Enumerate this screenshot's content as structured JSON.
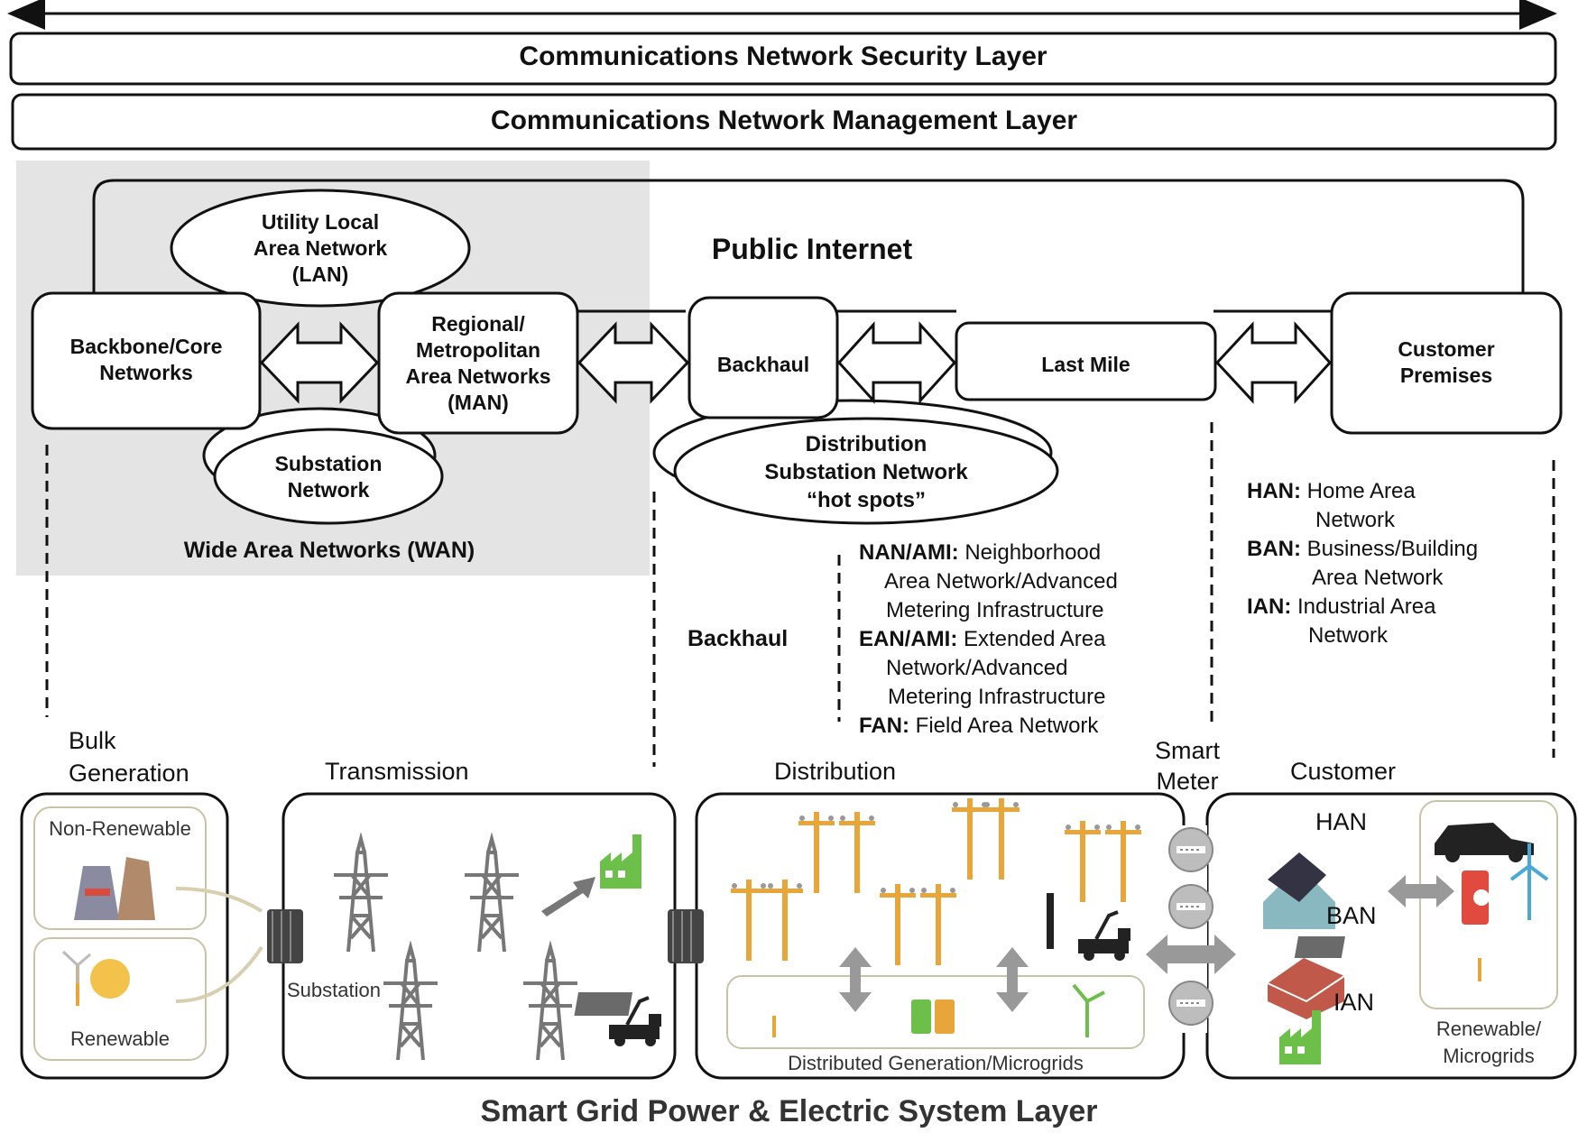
{
  "layers": {
    "security": "Communications Network Security Layer",
    "management": "Communications Network Management Layer",
    "power_system": "Smart Grid Power & Electric System Layer"
  },
  "comm": {
    "public_internet": "Public Internet",
    "utility_lan": [
      "Utility Local",
      "Area Network",
      "(LAN)"
    ],
    "backbone": [
      "Backbone/Core",
      "Networks"
    ],
    "regional": [
      "Regional/",
      "Metropolitan",
      "Area Networks",
      "(MAN)"
    ],
    "substation_network": [
      "Substation",
      "Network"
    ],
    "wan_label": "Wide Area Networks (WAN)",
    "backhaul": "Backhaul",
    "last_mile": "Last Mile",
    "customer_premises": [
      "Customer",
      "Premises"
    ],
    "distribution_substation": [
      "Distribution",
      "Substation Network",
      "“hot spots”"
    ]
  },
  "mid": {
    "backhaul_label": "Backhaul",
    "nan": {
      "abbr": "NAN/AMI:",
      "line1": "Neighborhood",
      "line2": "Area Network/Advanced",
      "line3": "Metering Infrastructure"
    },
    "ean": {
      "abbr": "EAN/AMI:",
      "line1": "Extended Area",
      "line2": "Network/Advanced",
      "line3": "Metering Infrastructure"
    },
    "fan": {
      "abbr": "FAN:",
      "line1": "Field Area Network"
    },
    "han": {
      "abbr": "HAN:",
      "line1": "Home Area",
      "line2": "Network"
    },
    "ban": {
      "abbr": "BAN:",
      "line1": "Business/Building",
      "line2": "Area Network"
    },
    "ian": {
      "abbr": "IAN:",
      "line1": "Industrial  Area",
      "line2": "Network"
    }
  },
  "power": {
    "bulk_generation": [
      "Bulk",
      "Generation"
    ],
    "non_renewable": "Non-Renewable",
    "renewable": "Renewable",
    "transmission": "Transmission",
    "substation": "Substation",
    "distribution": "Distribution",
    "distributed_generation": "Distributed Generation/Microgrids",
    "smart_meter": [
      "Smart",
      "Meter"
    ],
    "customer": "Customer",
    "han": "HAN",
    "ban": "BAN",
    "ian": "IAN",
    "renewable_microgrids": [
      "Renewable/",
      "Microgrids"
    ]
  },
  "icons": [
    "power-plant-icon",
    "wind-solar-icon",
    "transformer-icon",
    "transmission-tower-icon",
    "factory-icon",
    "utility-truck-icon",
    "utility-pole-icon",
    "solar-panel-icon",
    "battery-icon",
    "wind-turbine-icon",
    "smart-meter-icon",
    "house-icon",
    "building-icon",
    "electric-car-icon",
    "charger-icon"
  ],
  "colors": {
    "green": "#6cc04a",
    "orange": "#e8a53a",
    "red": "#e04a3f",
    "blue": "#4aa8d8",
    "gray": "#8a8a8a",
    "wan_shade": "#e4e4e4"
  }
}
